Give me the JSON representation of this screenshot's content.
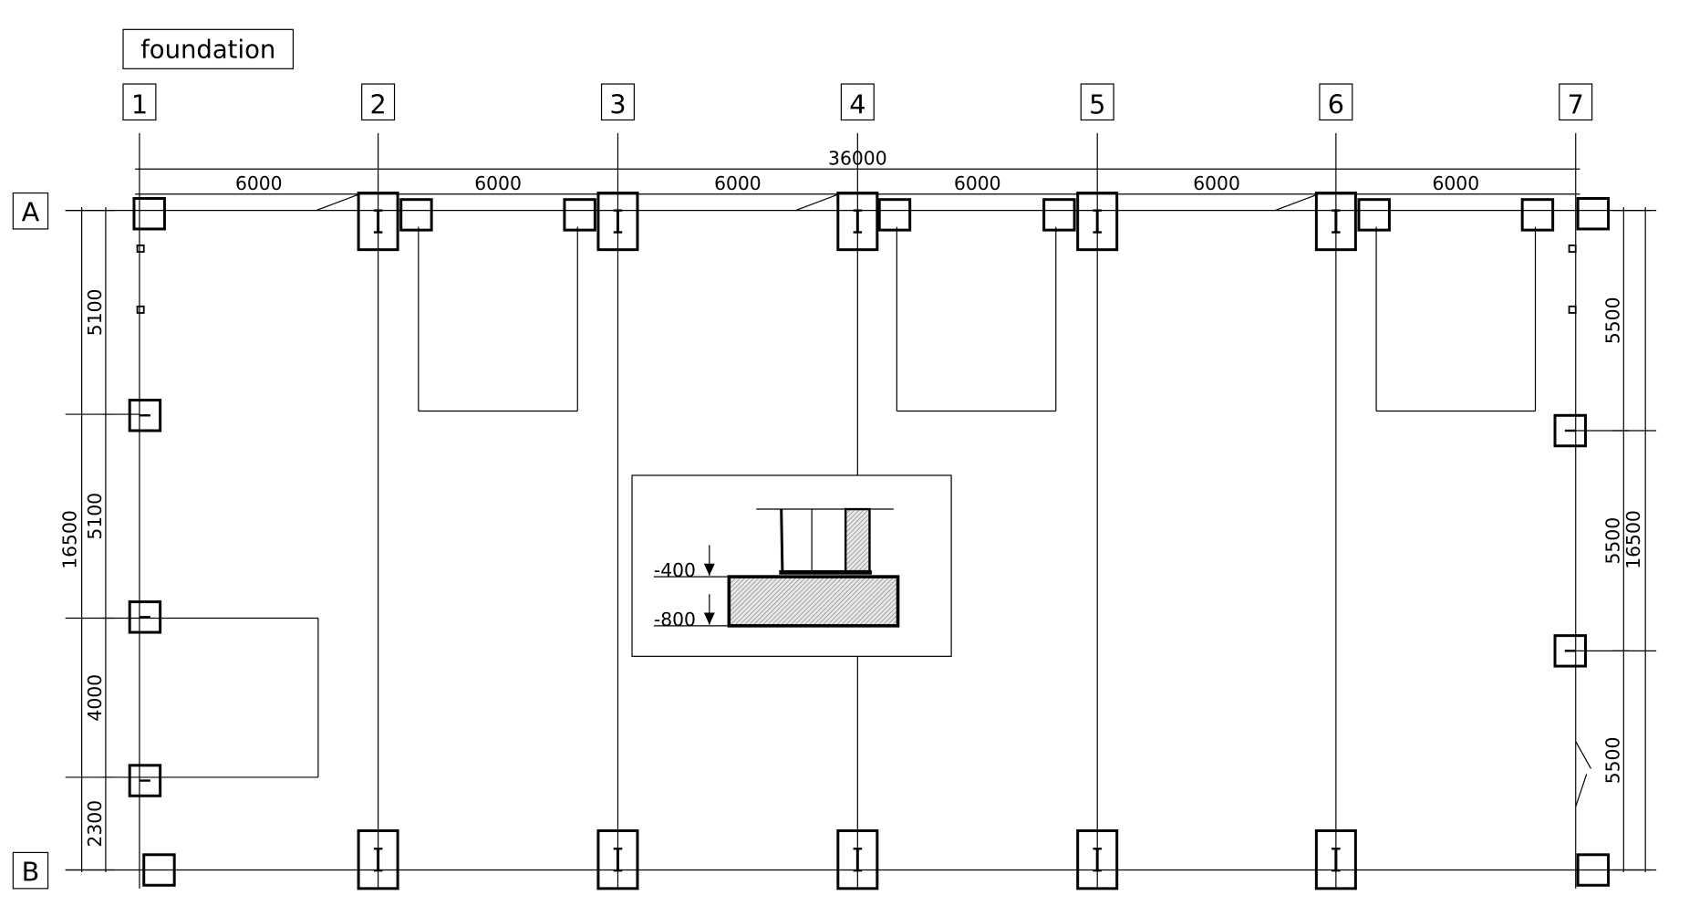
{
  "title": "foundation",
  "grid_columns": [
    "1",
    "2",
    "3",
    "4",
    "5",
    "6",
    "7"
  ],
  "grid_rows": [
    "A",
    "B"
  ],
  "top_dimensions": {
    "overall": "36000",
    "bays": [
      "6000",
      "6000",
      "6000",
      "6000",
      "6000",
      "6000"
    ]
  },
  "left_dimensions": {
    "overall": "16500",
    "segments": [
      "5100",
      "5100",
      "4000",
      "2300"
    ]
  },
  "right_dimensions": {
    "overall": "16500",
    "segments": [
      "5500",
      "5500",
      "5500"
    ]
  },
  "section_detail": {
    "levels": [
      "-400",
      "-800"
    ]
  }
}
